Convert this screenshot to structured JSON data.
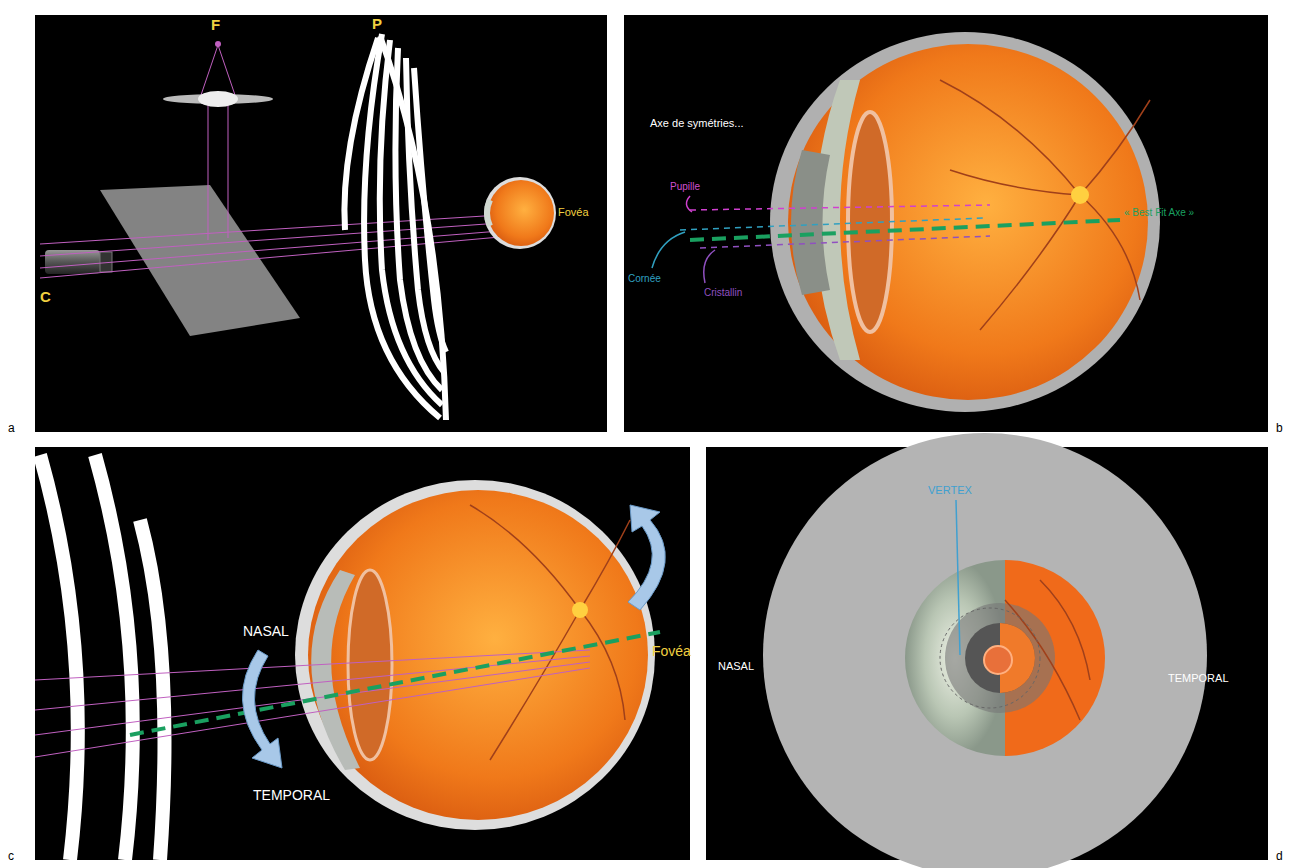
{
  "diagram": {
    "labels": [
      "F",
      "P",
      "Fovéa",
      "C",
      "a",
      "Axe de symétries...",
      "Pupille",
      "« Best Fit Axe »",
      "Cornée",
      "Cristallin",
      "b",
      "NASAL",
      "Fovéa",
      "TEMPORAL",
      "c",
      "VERTEX",
      "NASAL",
      "TEMPORAL",
      "d"
    ]
  }
}
